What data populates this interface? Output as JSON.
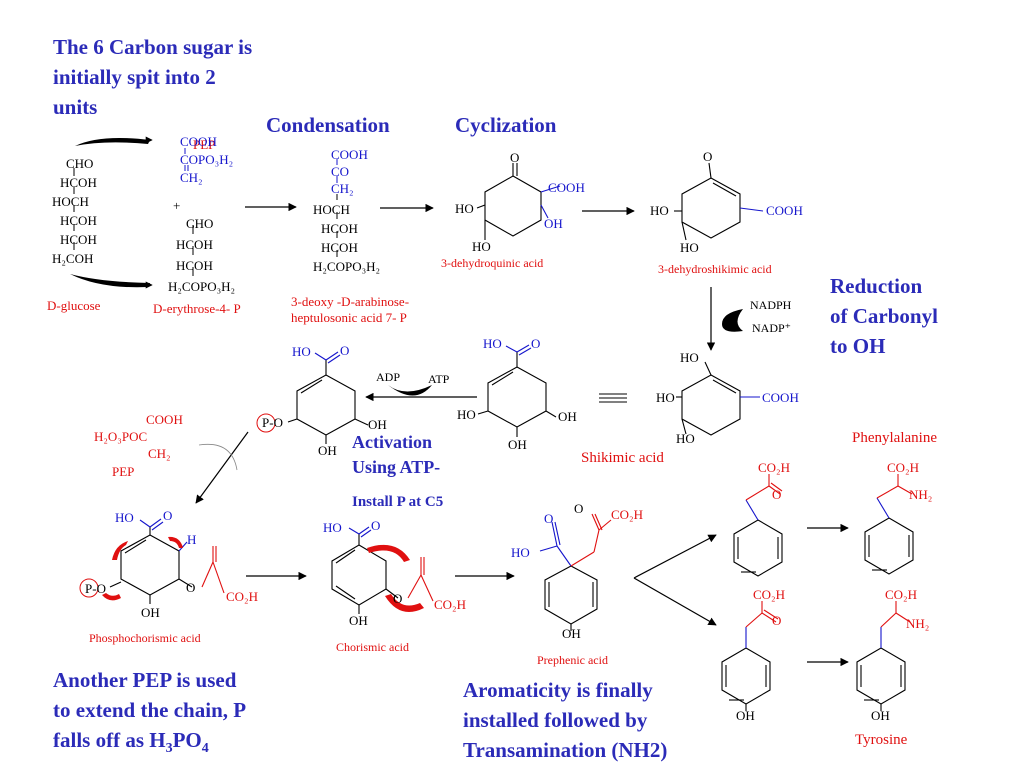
{
  "colors": {
    "heading": "#2b2bb8",
    "label": "#e01010",
    "substituent": "#1515cc",
    "bond": "#000000"
  },
  "headings": {
    "intro": [
      "The 6 Carbon sugar is",
      "initially spit into 2",
      "units"
    ],
    "condensation": "Condensation",
    "cyclization": "Cyclization",
    "reduction": [
      "Reduction",
      "of Carbonyl",
      "to OH"
    ],
    "activation": [
      "Activation",
      "Using ATP-"
    ],
    "install_p": "Install P at C5",
    "pep_extend": [
      "Another PEP is used",
      "to extend the chain, P"
    ],
    "pep_extend_last": {
      "pre": "falls off as H",
      "sub1": "3",
      "mid": "PO",
      "sub2": "4"
    },
    "aromaticity": [
      "Aromaticity is finally",
      "installed followed by",
      "Transamination (NH2)"
    ]
  },
  "compounds": {
    "pep": "PEP",
    "pep2": "PEP",
    "d_glucose": "D-glucose",
    "d_erythrose": "D-erythrose-4- P",
    "dahp": [
      "3-deoxy -D-arabinose-",
      "heptulosonic acid 7- P"
    ],
    "dehydroquinic": "3-dehydroquinic acid",
    "dehydroshikimic": "3-dehydroshikimic acid",
    "shikimic": "Shikimic acid",
    "phosphochorismic": "Phosphochorismic acid",
    "chorismic": "Chorismic acid",
    "prephenic": "Prephenic acid",
    "phenylalanine": "Phenylalanine",
    "tyrosine": "Tyrosine"
  },
  "formulas": {
    "pep_stack": [
      "COOH",
      "COPO₃H₂",
      "CH₂"
    ],
    "glucose_stack": [
      "CHO",
      "HCOH",
      "HOCH",
      "HCOH",
      "HCOH",
      "H₂COH"
    ],
    "erythrose_stack": [
      "CHO",
      "HCOH",
      "HCOH",
      "H₂COPO₃H₂"
    ],
    "dahp_top": [
      "COOH",
      "CO",
      "CH₂"
    ],
    "dahp_bottom": [
      "HOCH",
      "HCOH",
      "HCOH",
      "H₂COPO₃H₂"
    ],
    "plus": "+",
    "cooh": "COOH",
    "co2h": "CO₂H",
    "ho": "HO",
    "oh": "OH",
    "o": "O",
    "h": "H",
    "p": "P",
    "nh2": "NH₂",
    "pep2_stack": [
      "COOH",
      "H₂O₃POC",
      "CH₂"
    ],
    "p_o": "-O"
  },
  "cofactors": {
    "nadph": "NADPH",
    "nadp": "NADP⁺",
    "adp": "ADP",
    "atp": "ATP"
  }
}
